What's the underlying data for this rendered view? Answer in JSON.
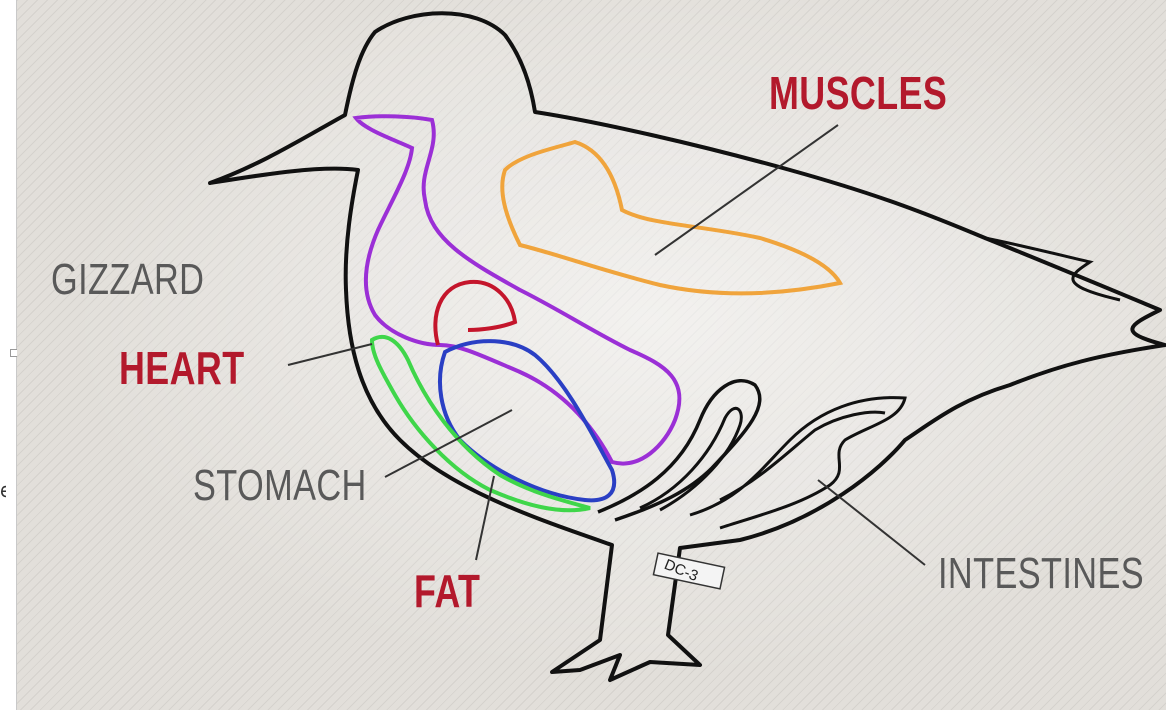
{
  "labels": {
    "gizzard": "GIZZARD",
    "heart": "HEART",
    "stomach": "STOMACH",
    "fat": "FAT",
    "muscles": "MUSCLES",
    "intestines": "INTESTINES",
    "leg_band": "DC-3"
  },
  "side_glyph": "e",
  "colors": {
    "label_red": "#b3192c",
    "label_gray": "#595959",
    "outline": "#111111",
    "muscles_line": "#f0a43c",
    "gizzard_line": "#9b2fd6",
    "heart_line": "#c4152b",
    "stomach_line": "#2a3fc4",
    "fat_line": "#3fd64a"
  }
}
